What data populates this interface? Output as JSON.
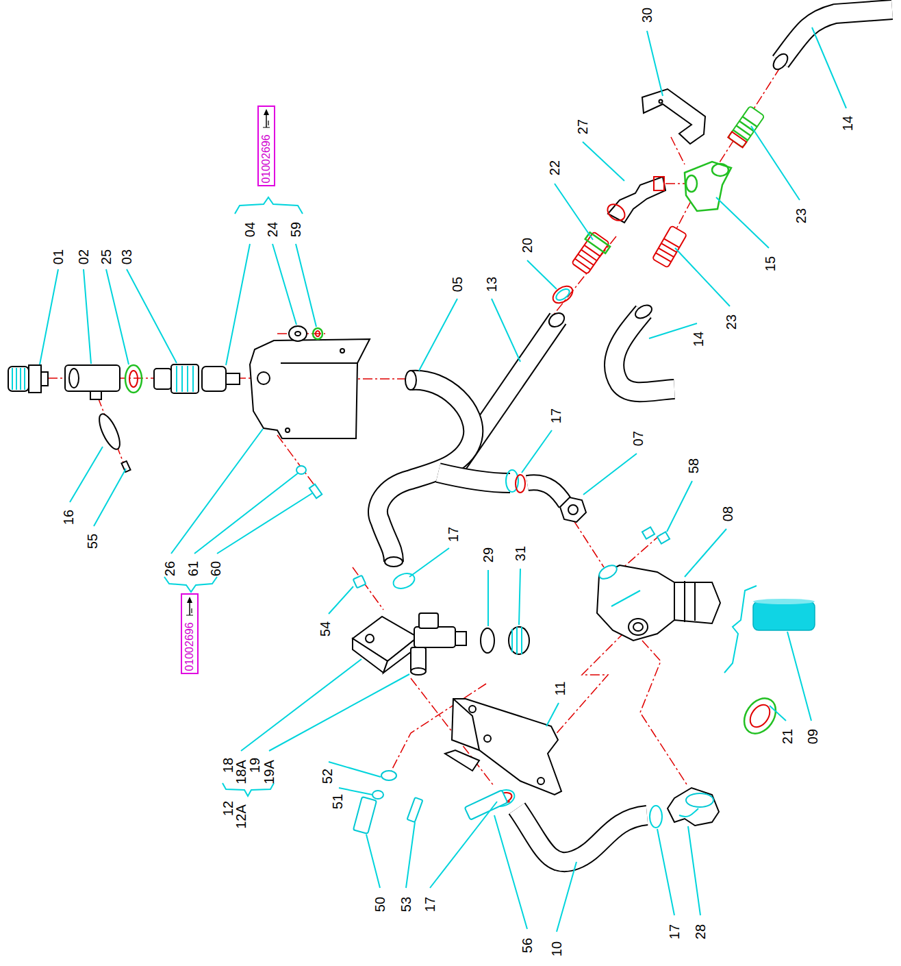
{
  "diagram": {
    "nodes": [
      {
        "text": [
          "01002696"
        ]
      },
      {
        "text": [
          "01002696"
        ]
      }
    ],
    "labels": [
      "01",
      "02",
      "25",
      "03",
      "04",
      "24",
      "59",
      "05",
      "13",
      "20",
      "22",
      "27",
      "30",
      "14",
      "23",
      "15",
      "23",
      "14",
      "17",
      "07",
      "58",
      "08",
      "16",
      "55",
      "26",
      "61",
      "60",
      "17",
      "54",
      "29",
      "31",
      "11",
      "21",
      "09",
      "18",
      "18A",
      "19",
      "19A",
      "12",
      "12A",
      "52",
      "51",
      "50",
      "53",
      "17",
      "56",
      "10",
      "17",
      "28"
    ]
  }
}
